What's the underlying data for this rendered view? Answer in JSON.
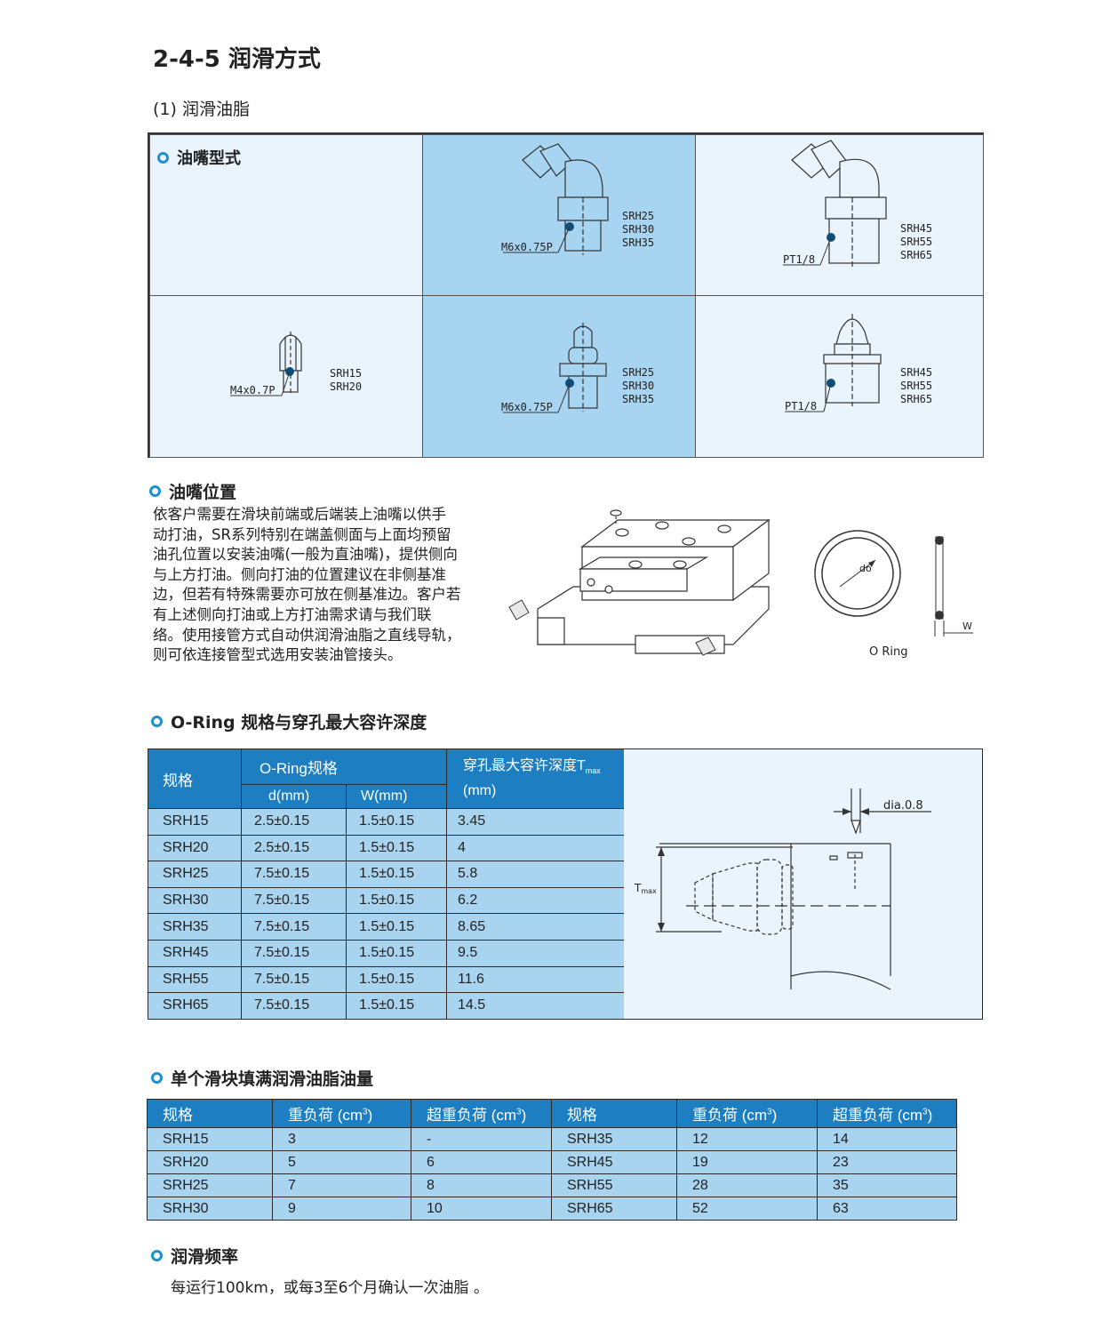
{
  "heading": "2-4-5  润滑方式",
  "subheading": "(1) 润滑油脂",
  "fittings": {
    "title": "油嘴型式",
    "cells": [
      {
        "thread": "M6x0.75P",
        "models": [
          "SRH25",
          "SRH30",
          "SRH35"
        ],
        "highlight": true
      },
      {
        "thread": "PT1/8",
        "models": [
          "SRH45",
          "SRH55",
          "SRH65"
        ],
        "highlight": false
      },
      {
        "thread": "M4x0.7P",
        "models": [
          "SRH15",
          "SRH20"
        ],
        "highlight": false
      },
      {
        "thread": "M6x0.75P",
        "models": [
          "SRH25",
          "SRH30",
          "SRH35"
        ],
        "highlight": true
      },
      {
        "thread": "PT1/8",
        "models": [
          "SRH45",
          "SRH55",
          "SRH65"
        ],
        "highlight": false
      }
    ]
  },
  "position": {
    "title": "油嘴位置",
    "lines": [
      "依客户需要在滑块前端或后端装上油嘴以供手",
      "动打油，SR系列特别在端盖侧面与上面均预留",
      "油孔位置以安装油嘴(一般为直油嘴)，提供侧向",
      "与上方打油。侧向打油的位置建议在非侧基准",
      "边，但若有特殊需要亦可放在侧基准边。客户若",
      "有上述侧向打油或上方打油需求请与我们联",
      "络。使用接管方式自动供润滑油脂之直线导轨，",
      "则可依连接管型式选用安装油管接头。"
    ],
    "oring_label": "O Ring",
    "do_label": "do",
    "w_label": "W"
  },
  "oring_table": {
    "title": "O-Ring 规格与穿孔最大容许深度",
    "head_model": "规格",
    "head_oring": "O-Ring规格",
    "head_d": "d(mm)",
    "head_w": "W(mm)",
    "head_depth": "穿孔最大容许深度T",
    "head_depth_sub": "max",
    "head_depth_unit": "(mm)",
    "rows": [
      [
        "SRH15",
        "2.5±0.15",
        "1.5±0.15",
        "3.45"
      ],
      [
        "SRH20",
        "2.5±0.15",
        "1.5±0.15",
        "4"
      ],
      [
        "SRH25",
        "7.5±0.15",
        "1.5±0.15",
        "5.8"
      ],
      [
        "SRH30",
        "7.5±0.15",
        "1.5±0.15",
        "6.2"
      ],
      [
        "SRH35",
        "7.5±0.15",
        "1.5±0.15",
        "8.65"
      ],
      [
        "SRH45",
        "7.5±0.15",
        "1.5±0.15",
        "9.5"
      ],
      [
        "SRH55",
        "7.5±0.15",
        "1.5±0.15",
        "11.6"
      ],
      [
        "SRH65",
        "7.5±0.15",
        "1.5±0.15",
        "14.5"
      ]
    ],
    "drawing_dia": "dia.0.8",
    "drawing_tmax": "T",
    "drawing_tmax_sub": "max"
  },
  "grease_table": {
    "title": "单个滑块填满润滑油脂油量",
    "headers": [
      "规格",
      "重负荷 (cm",
      "超重负荷 (cm",
      "规格",
      "重负荷 (cm",
      "超重负荷 (cm"
    ],
    "sup": "3",
    "close": ")",
    "rows": [
      [
        "SRH15",
        "3",
        "-",
        "SRH35",
        "12",
        "14"
      ],
      [
        "SRH20",
        "5",
        "6",
        "SRH45",
        "19",
        "23"
      ],
      [
        "SRH25",
        "7",
        "8",
        "SRH55",
        "28",
        "35"
      ],
      [
        "SRH30",
        "9",
        "10",
        "SRH65",
        "52",
        "63"
      ]
    ]
  },
  "frequency": {
    "title": "润滑频率",
    "text": "每运行100km，或每3至6个月确认一次油脂 。"
  }
}
